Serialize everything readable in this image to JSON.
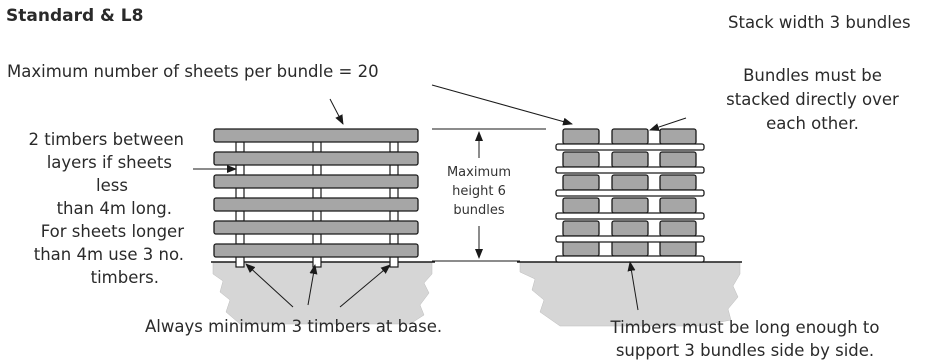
{
  "title": "Standard & L8",
  "stack_width": "Stack width 3 bundles",
  "max_sheets": "Maximum number of sheets per bundle = 20",
  "bundles_note": [
    "Bundles must be",
    "stacked directly over",
    "each other."
  ],
  "timbers_note": [
    "2 timbers between",
    "layers if sheets",
    "less",
    "than 4m long.",
    "For sheets longer",
    "than 4m use 3 no.",
    "timbers."
  ],
  "max_height": [
    "Maximum",
    "height 6",
    "bundles"
  ],
  "base_note": "Always minimum 3 timbers at base.",
  "support_note": [
    "Timbers must be long enough to",
    "support 3 bundles side by side."
  ],
  "colors": {
    "sheet_fill": "#a6a6a6",
    "outline": "#1a1a1a",
    "ground": "#d6d6d6",
    "timber_fill": "#ffffff"
  }
}
